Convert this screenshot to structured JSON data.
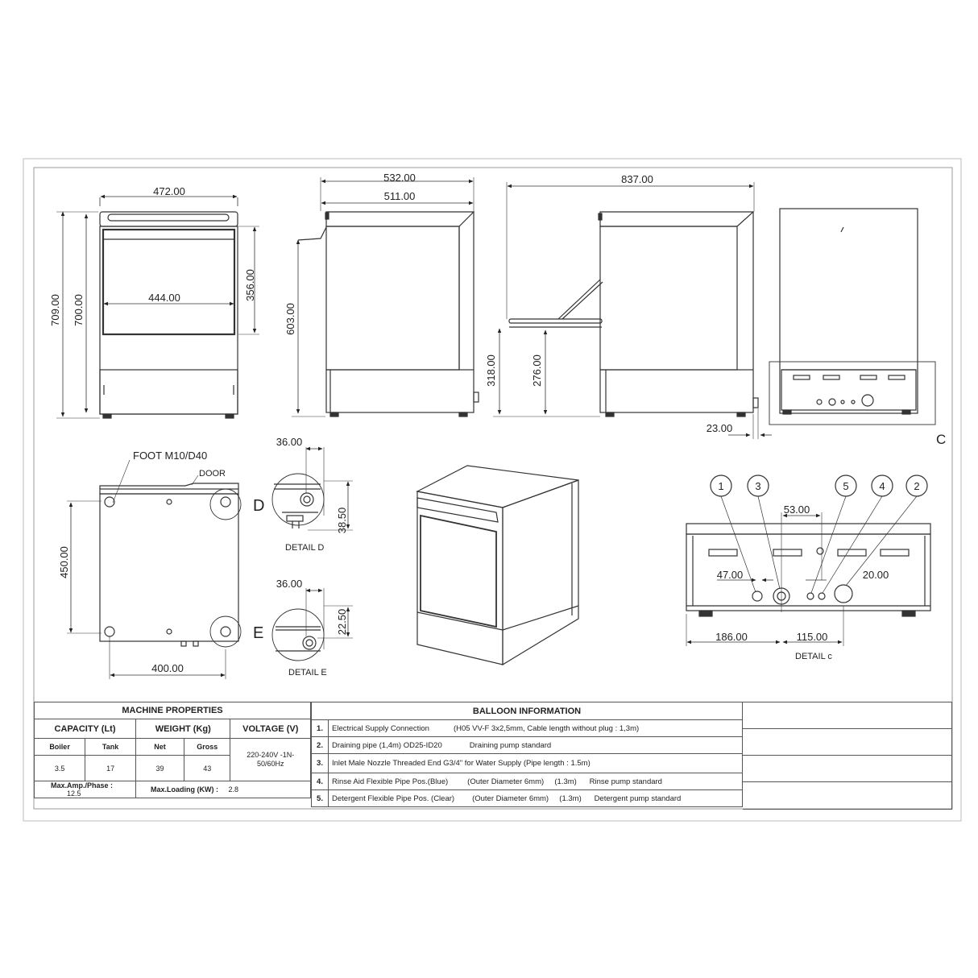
{
  "dimensions": {
    "front_width": "472.00",
    "front_total_height": "709.00",
    "front_body_height": "700.00",
    "front_inner_width": "444.00",
    "door_height": "356.00",
    "side_depth_outer": "532.00",
    "side_depth_inner": "511.00",
    "side_height": "603.00",
    "open_depth": "837.00",
    "open_door_height": "318.00",
    "open_door_inner_height": "276.00",
    "rear_offset": "23.00",
    "bottom_depth": "450.00",
    "bottom_width": "400.00",
    "detail_d_offset": "36.00",
    "detail_d_height": "38.50",
    "detail_e_offset": "36.00",
    "detail_e_height": "22.50",
    "detail_c_spacing": "53.00",
    "detail_c_left": "47.00",
    "detail_c_right": "20.00",
    "detail_c_bottom_left": "186.00",
    "detail_c_bottom_right": "115.00"
  },
  "labels": {
    "foot": "FOOT M10/D40",
    "door": "DOOR",
    "detail_d_letter": "D",
    "detail_d": "DETAIL D",
    "detail_e_letter": "E",
    "detail_e": "DETAIL E",
    "detail_c_letter": "C",
    "detail_c": "DETAIL c"
  },
  "balloons": [
    "1",
    "3",
    "5",
    "4",
    "2"
  ],
  "machine_properties": {
    "title": "MACHINE PROPERTIES",
    "capacity_header": "CAPACITY (Lt)",
    "weight_header": "WEIGHT (Kg)",
    "voltage_header": "VOLTAGE (V)",
    "boiler_label": "Boiler",
    "tank_label": "Tank",
    "net_label": "Net",
    "gross_label": "Gross",
    "boiler": "3.5",
    "tank": "17",
    "net": "39",
    "gross": "43",
    "voltage": "220-240V -1N-50/60Hz",
    "max_amp_label": "Max.Amp./Phase :",
    "max_amp": "12.5",
    "max_loading_label": "Max.Loading (KW) :",
    "max_loading": "2.8"
  },
  "balloon_information": {
    "title": "BALLOON INFORMATION",
    "rows": [
      {
        "num": "1.",
        "text": "Electrical Supply Connection",
        "detail": "(H05 VV-F 3x2,5mm, Cable length without plug : 1,3m)"
      },
      {
        "num": "2.",
        "text": "Draining pipe (1,4m) OD25-ID20",
        "detail": "Draining pump standard"
      },
      {
        "num": "3.",
        "text": "Inlet Male Nozzle Threaded End G3/4\" for Water Supply  (Pipe length : 1.5m)",
        "detail": ""
      },
      {
        "num": "4.",
        "text": "Rinse Aid Flexible Pipe Pos.(Blue)",
        "detail": "(Outer Diameter 6mm)     (1.3m)      Rinse pump standard"
      },
      {
        "num": "5.",
        "text": "Detergent Flexible Pipe Pos. (Clear)",
        "detail": "(Outer Diameter 6mm)     (1.3m)      Detergent pump standard"
      }
    ]
  }
}
